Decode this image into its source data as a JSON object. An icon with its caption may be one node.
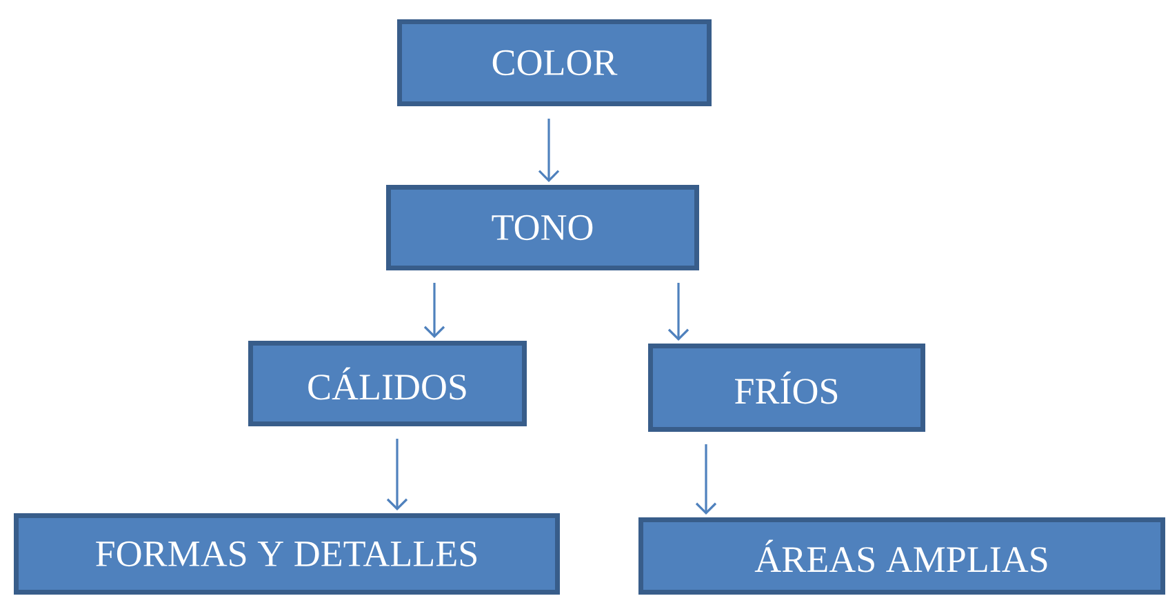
{
  "diagram": {
    "nodes": [
      {
        "text": [
          "COLOR"
        ]
      },
      {
        "text": [
          "TONO"
        ]
      },
      {
        "text": [
          "CÁLIDOS"
        ]
      },
      {
        "text": [
          "FRÍOS"
        ]
      },
      {
        "text": [
          "FORMAS Y DETALLES"
        ]
      },
      {
        "text": [
          "ÁREAS AMPLIAS"
        ]
      }
    ],
    "edges": [
      {
        "from": 0,
        "to": 1,
        "arrow": "to"
      },
      {
        "from": 1,
        "to": 2,
        "arrow": "to"
      },
      {
        "from": 1,
        "to": 3,
        "arrow": "to"
      },
      {
        "from": 2,
        "to": 4,
        "arrow": "to"
      },
      {
        "from": 3,
        "to": 5,
        "arrow": "to"
      }
    ]
  }
}
